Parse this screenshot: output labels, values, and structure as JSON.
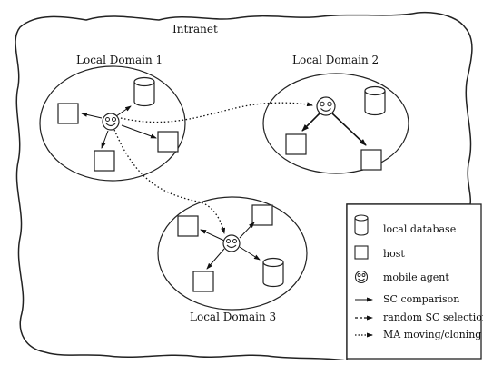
{
  "diagram": {
    "cloud_label": "Intranet",
    "domains": [
      {
        "id": "d1",
        "label": "Local Domain 1"
      },
      {
        "id": "d2",
        "label": "Local Domain 2"
      },
      {
        "id": "d3",
        "label": "Local Domain 3"
      }
    ]
  },
  "legend": {
    "items": [
      {
        "icon": "database",
        "label": "local database"
      },
      {
        "icon": "host",
        "label": "host"
      },
      {
        "icon": "mobile-agent",
        "label": "mobile agent"
      },
      {
        "icon": "solid-arrow",
        "label": "SC comparison"
      },
      {
        "icon": "dashed-arrow",
        "label": "random SC selection"
      },
      {
        "icon": "dotted-arrow",
        "label": "MA moving/cloning"
      }
    ]
  }
}
